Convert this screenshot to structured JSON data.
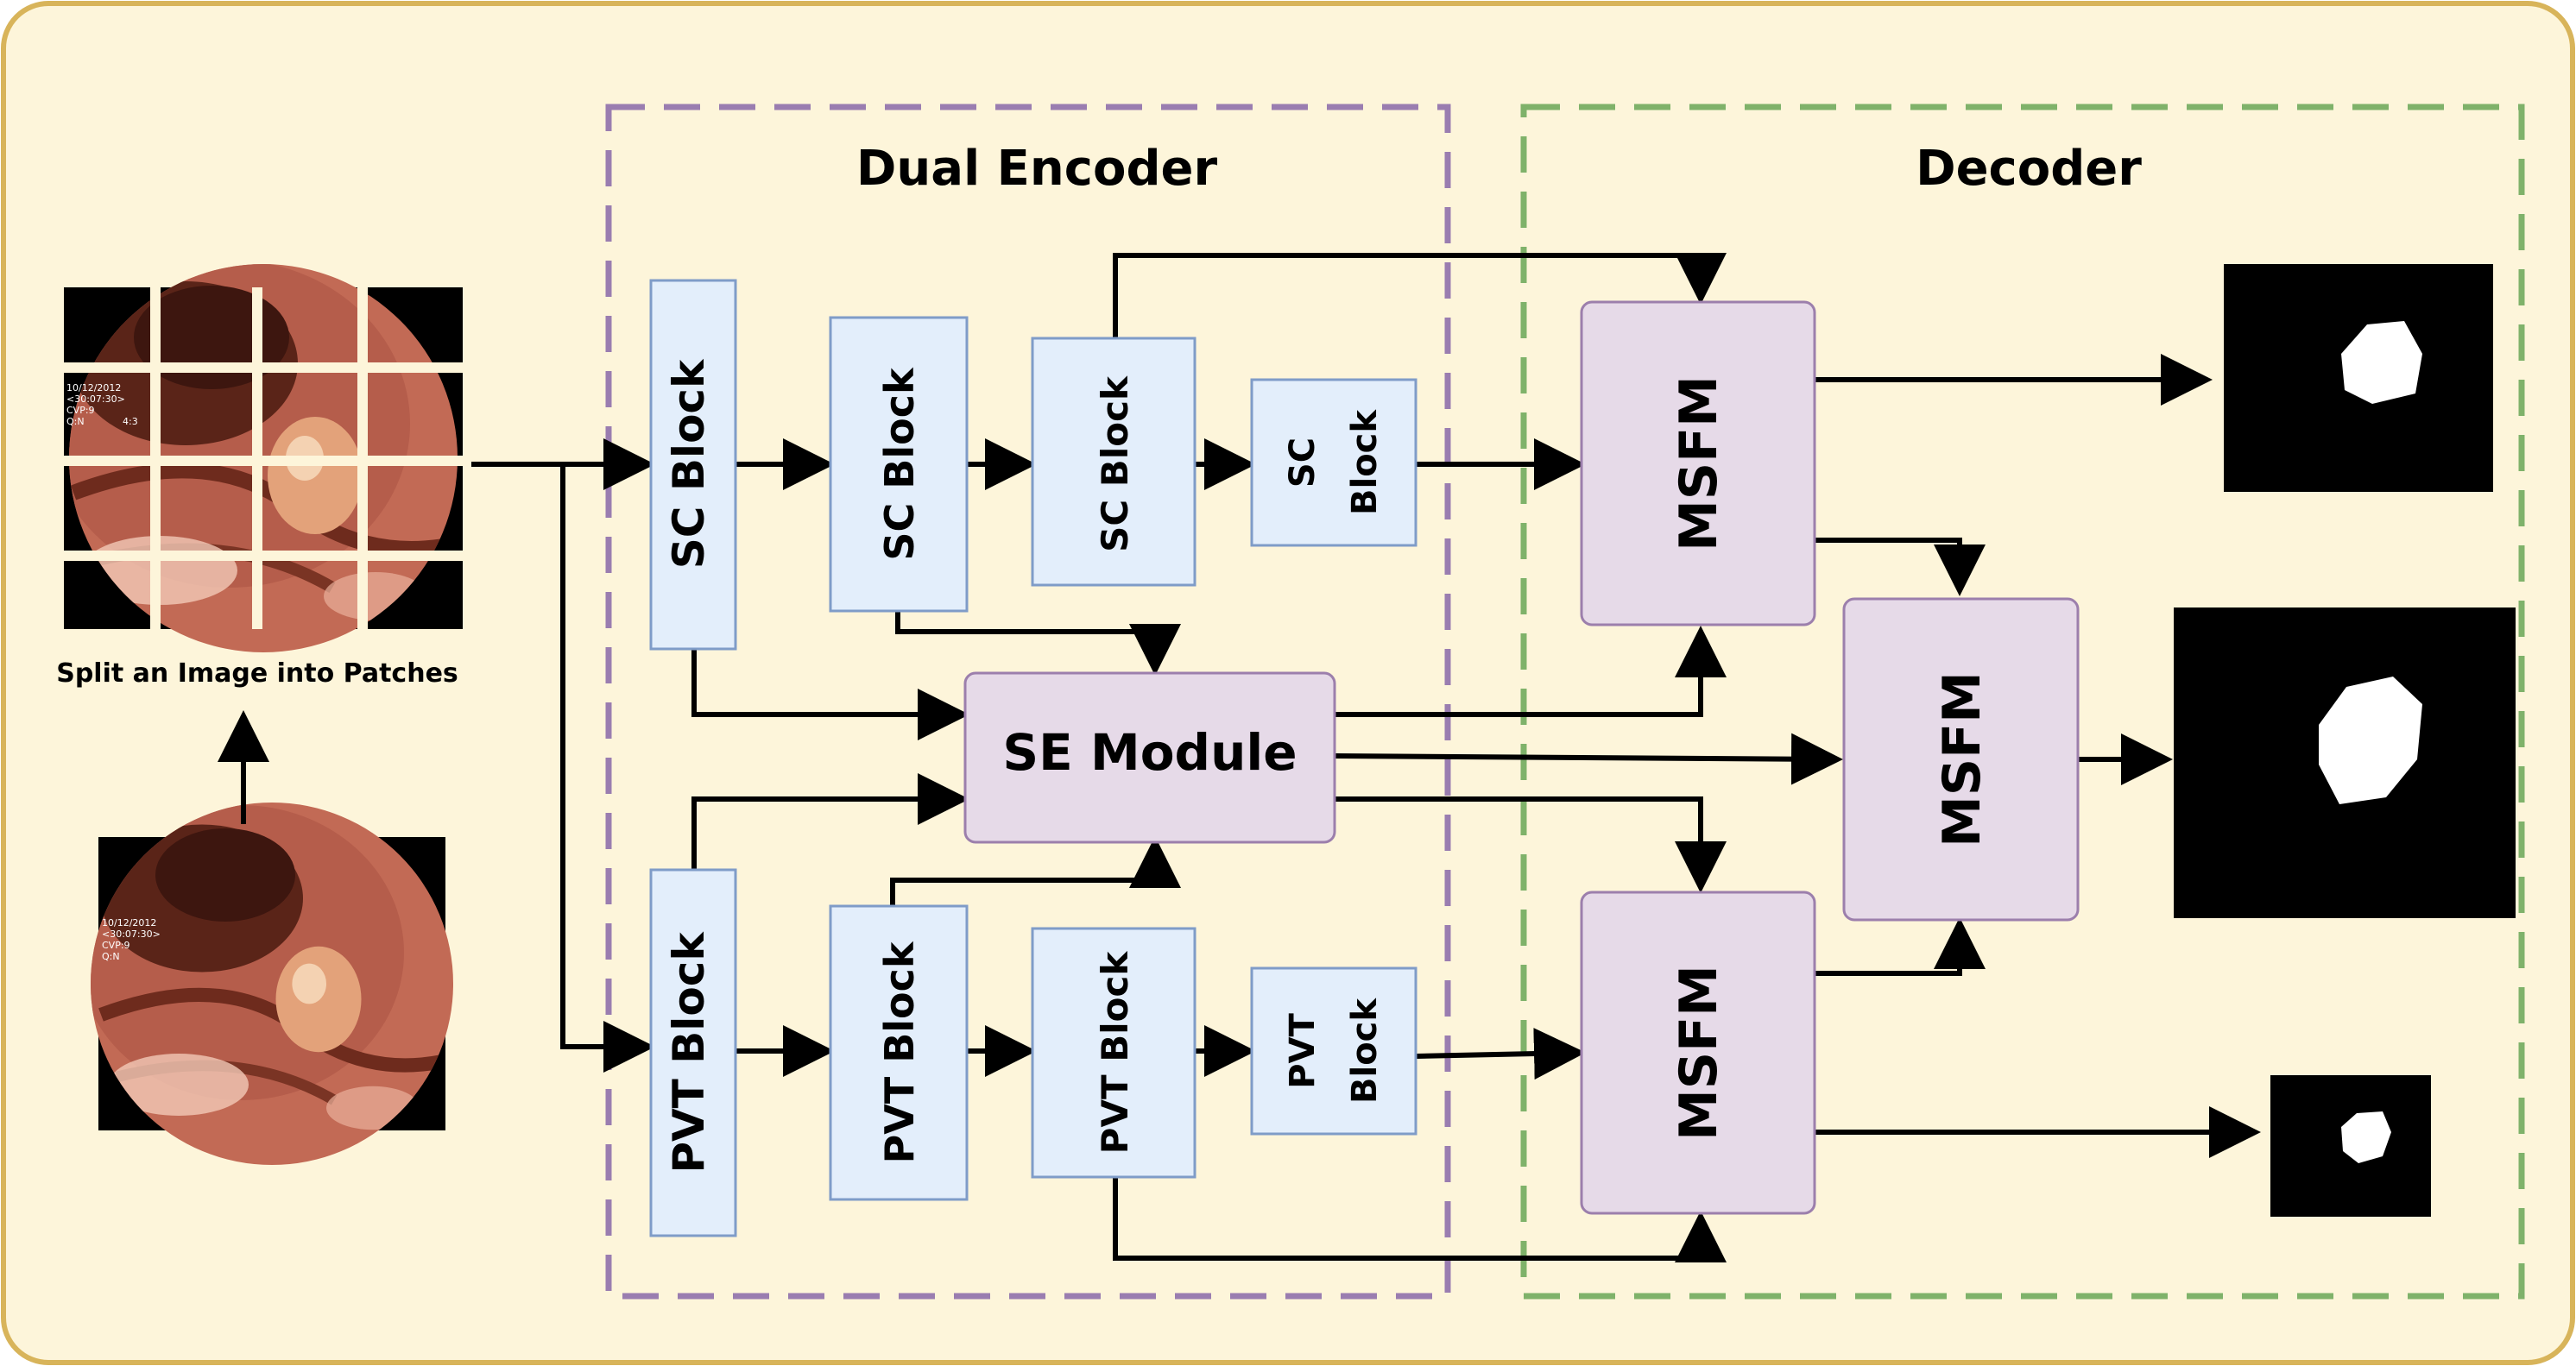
{
  "colors": {
    "background": "#fdf5da",
    "frame_border": "#d8b45a",
    "encoder_border": "#9a7db0",
    "decoder_border": "#7fb26a",
    "blue_block_fill": "#e3eefb",
    "blue_block_stroke": "#7f9cc8",
    "purple_block_fill": "#e6dae8",
    "purple_block_stroke": "#9c7fac",
    "arrow": "#000000",
    "tissue": "#c9735f"
  },
  "groups": {
    "encoder_title": "Dual Encoder",
    "decoder_title": "Decoder"
  },
  "input": {
    "patch_caption": "Split an Image into Patches",
    "overlay_lines": [
      "10/12/2012",
      "<30:07:30>",
      "CVP:9",
      "Q:N"
    ],
    "overlay_right": "4:3"
  },
  "sc_blocks": [
    {
      "line1": "SC Block"
    },
    {
      "line1": "SC Block"
    },
    {
      "line1": "SC Block"
    },
    {
      "line1": "SC",
      "line2": "Block"
    }
  ],
  "pvt_blocks": [
    {
      "line1": "PVT Block"
    },
    {
      "line1": "PVT Block"
    },
    {
      "line1": "PVT Block"
    },
    {
      "line1": "PVT",
      "line2": "Block"
    }
  ],
  "se_module": "SE Module",
  "msfm": [
    "MSFM",
    "MSFM",
    "MSFM"
  ],
  "outputs": [
    "output-mask-top",
    "output-mask-middle",
    "output-mask-bottom"
  ]
}
